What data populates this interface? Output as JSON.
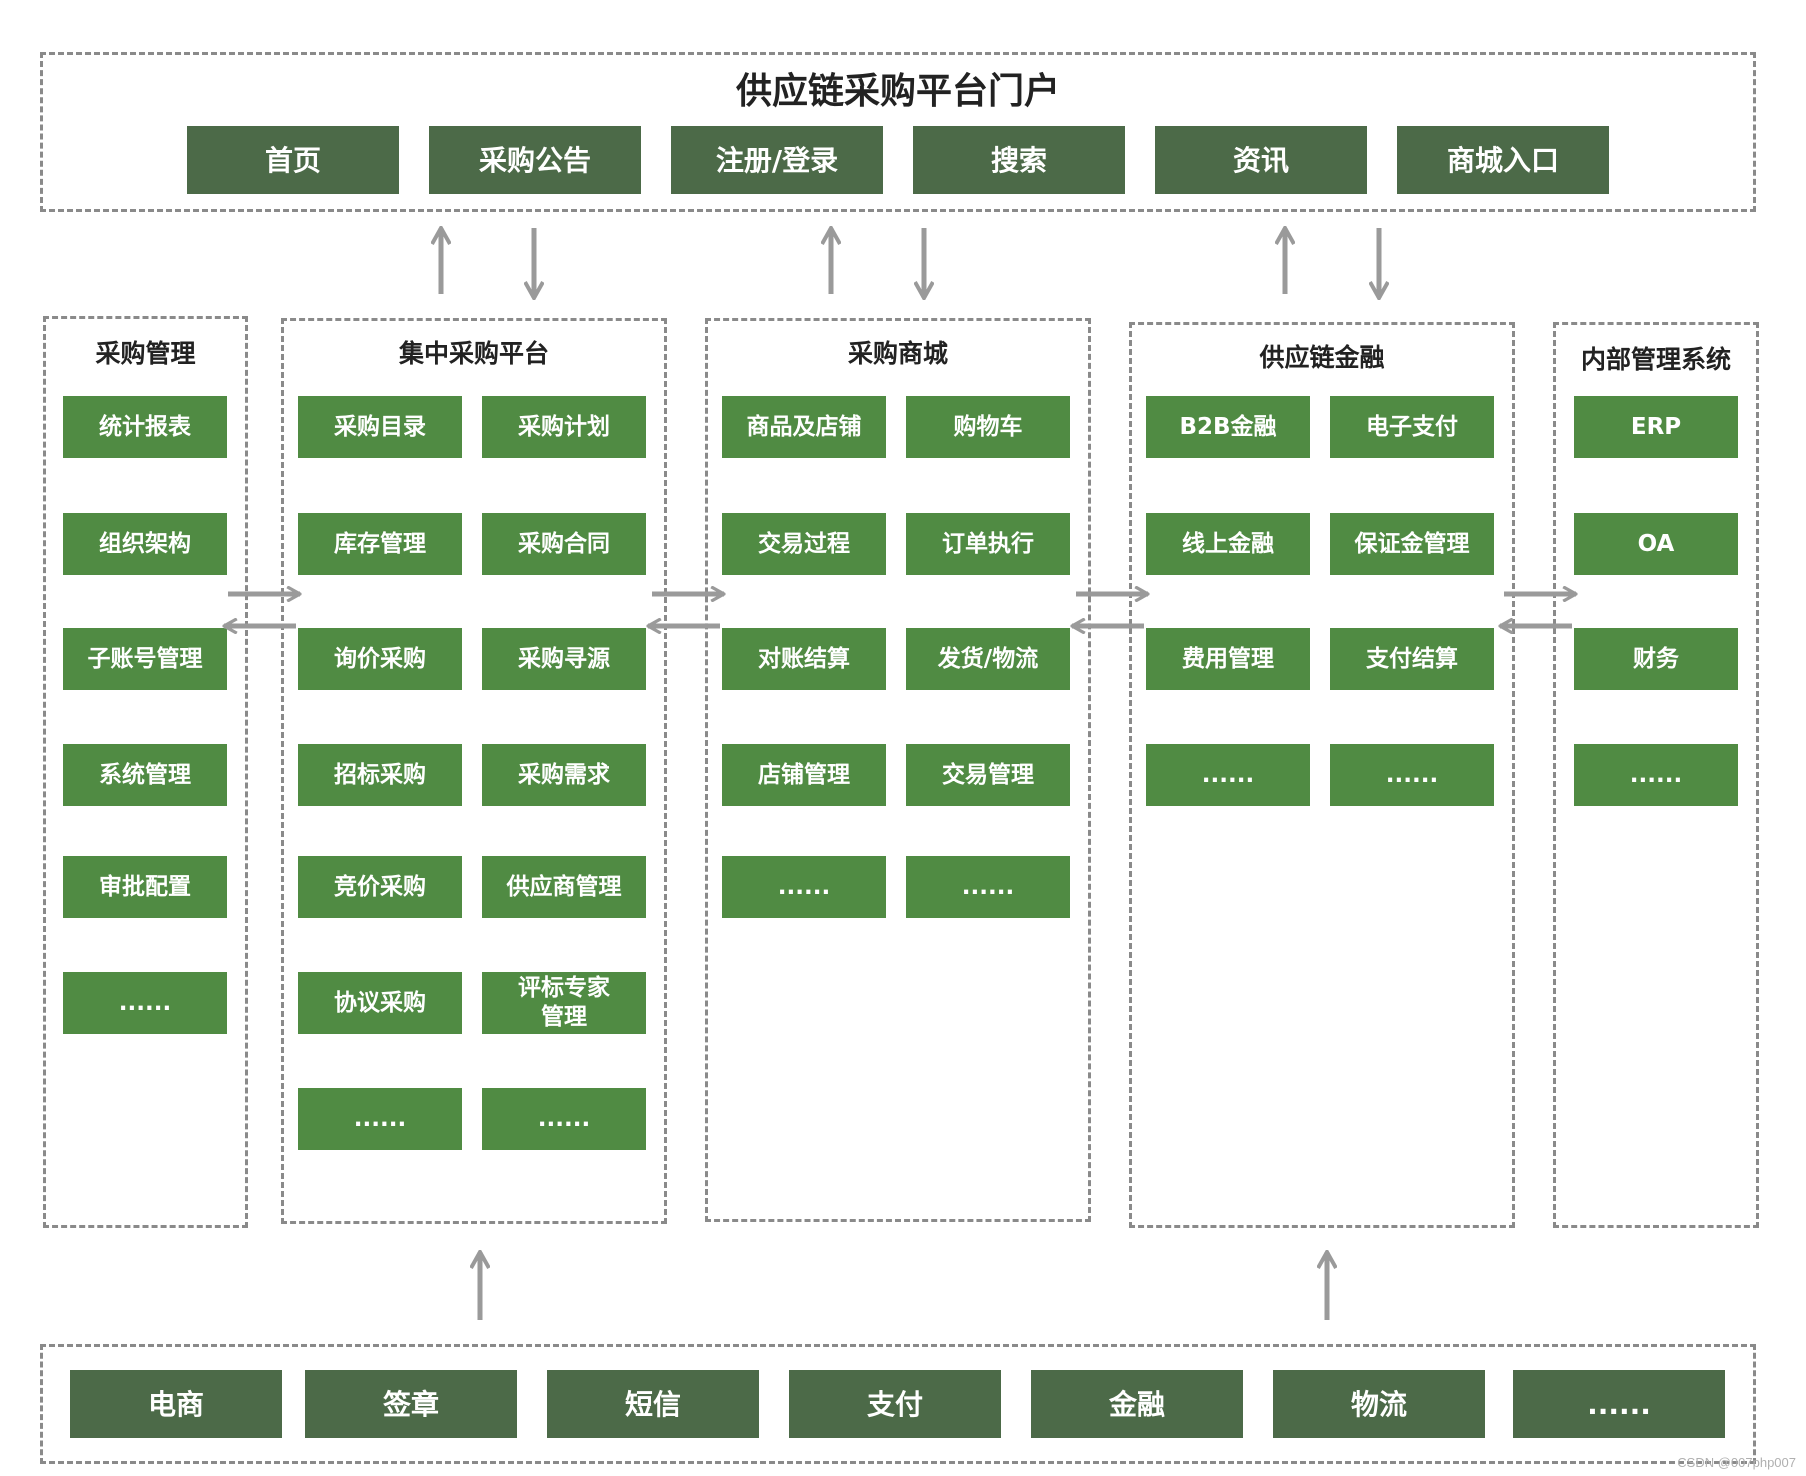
{
  "portal": {
    "title": "供应链采购平台门户",
    "nav": [
      "首页",
      "采购公告",
      "注册/登录",
      "搜索",
      "资讯",
      "商城入口"
    ]
  },
  "columns": [
    {
      "title": "采购管理",
      "items": [
        "统计报表",
        "组织架构",
        "子账号管理",
        "系统管理",
        "审批配置",
        "......"
      ]
    },
    {
      "title": "集中采购平台",
      "items": [
        "采购目录",
        "采购计划",
        "库存管理",
        "采购合同",
        "询价采购",
        "采购寻源",
        "招标采购",
        "采购需求",
        "竞价采购",
        "供应商管理",
        "协议采购",
        "评标专家管理",
        "......",
        "......"
      ]
    },
    {
      "title": "采购商城",
      "items": [
        "商品及店铺",
        "购物车",
        "交易过程",
        "订单执行",
        "对账结算",
        "发货/物流",
        "店铺管理",
        "交易管理",
        "......",
        "......"
      ]
    },
    {
      "title": "供应链金融",
      "items": [
        "B2B金融",
        "电子支付",
        "线上金融",
        "保证金管理",
        "费用管理",
        "支付结算",
        "......",
        "......"
      ]
    },
    {
      "title": "内部管理系统",
      "items": [
        "ERP",
        "OA",
        "财务",
        "......"
      ]
    }
  ],
  "services": [
    "电商",
    "签章",
    "短信",
    "支付",
    "金融",
    "物流",
    "......"
  ],
  "credit": "CSDN @007php007"
}
